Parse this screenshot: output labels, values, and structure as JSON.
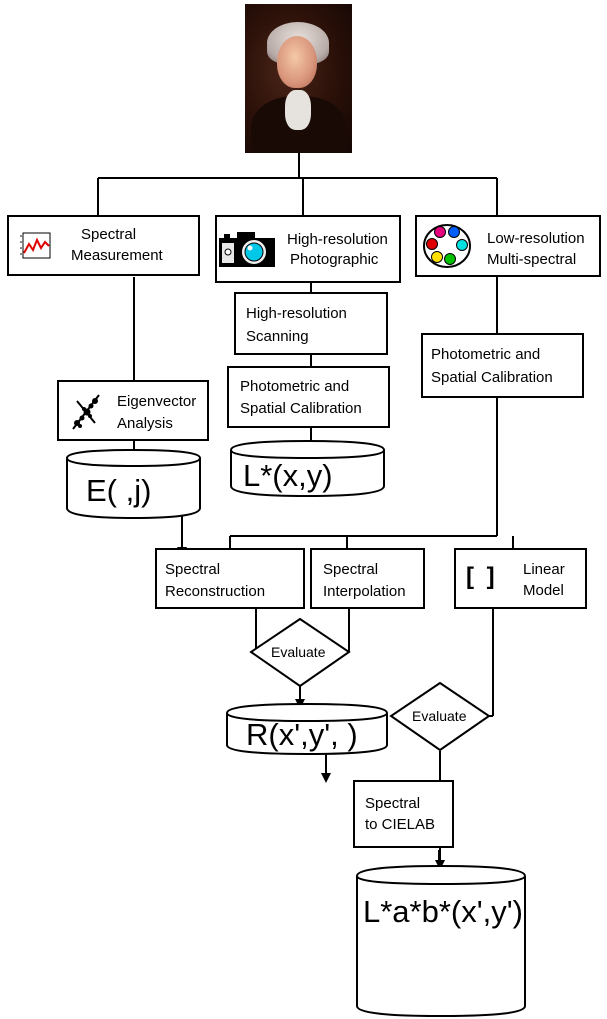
{
  "nodes": {
    "spectral_measurement": [
      "Spectral",
      "Measurement"
    ],
    "high_res_photographic": [
      "High-resolution",
      "Photographic"
    ],
    "low_res_multispectral": [
      "Low-resolution",
      "Multi-spectral"
    ],
    "high_res_scanning": [
      "High-resolution",
      "Scanning"
    ],
    "photometric_spatial_center": [
      "Photometric and",
      "Spatial Calibration"
    ],
    "photometric_spatial_right": [
      "Photometric and",
      "Spatial Calibration"
    ],
    "eigenvector_analysis": [
      "Eigenvector",
      "Analysis"
    ],
    "spectral_reconstruction": [
      "Spectral",
      "Reconstruction"
    ],
    "spectral_interpolation": [
      "Spectral",
      "Interpolation"
    ],
    "linear_model": [
      "Linear",
      "Model"
    ],
    "linear_model_symbol": "[ ]",
    "spectral_to_cielab": [
      "Spectral",
      "to CIELAB"
    ]
  },
  "datastores": {
    "eigen": "E(   ,j)",
    "lightness": "L*(x,y)",
    "reflectance": "R(x',y',  )",
    "cielab": "L*a*b*(x',y')"
  },
  "decisions": {
    "evaluate_1": "Evaluate",
    "evaluate_2": "Evaluate"
  },
  "icons": {
    "portrait": "portrait-painting-icon",
    "spectral_measurement": "spectral-graph-icon",
    "photographic": "camera-icon",
    "multispectral": "color-filter-wheel-icon",
    "eigenvector": "eigenvector-scatter-icon"
  },
  "colors": {
    "line": "#000000",
    "background": "#ffffff",
    "filter_wheel": [
      "#e4007c",
      "#0060ff",
      "#e00000",
      "#00e0e0",
      "#ffe000",
      "#00c000"
    ]
  }
}
